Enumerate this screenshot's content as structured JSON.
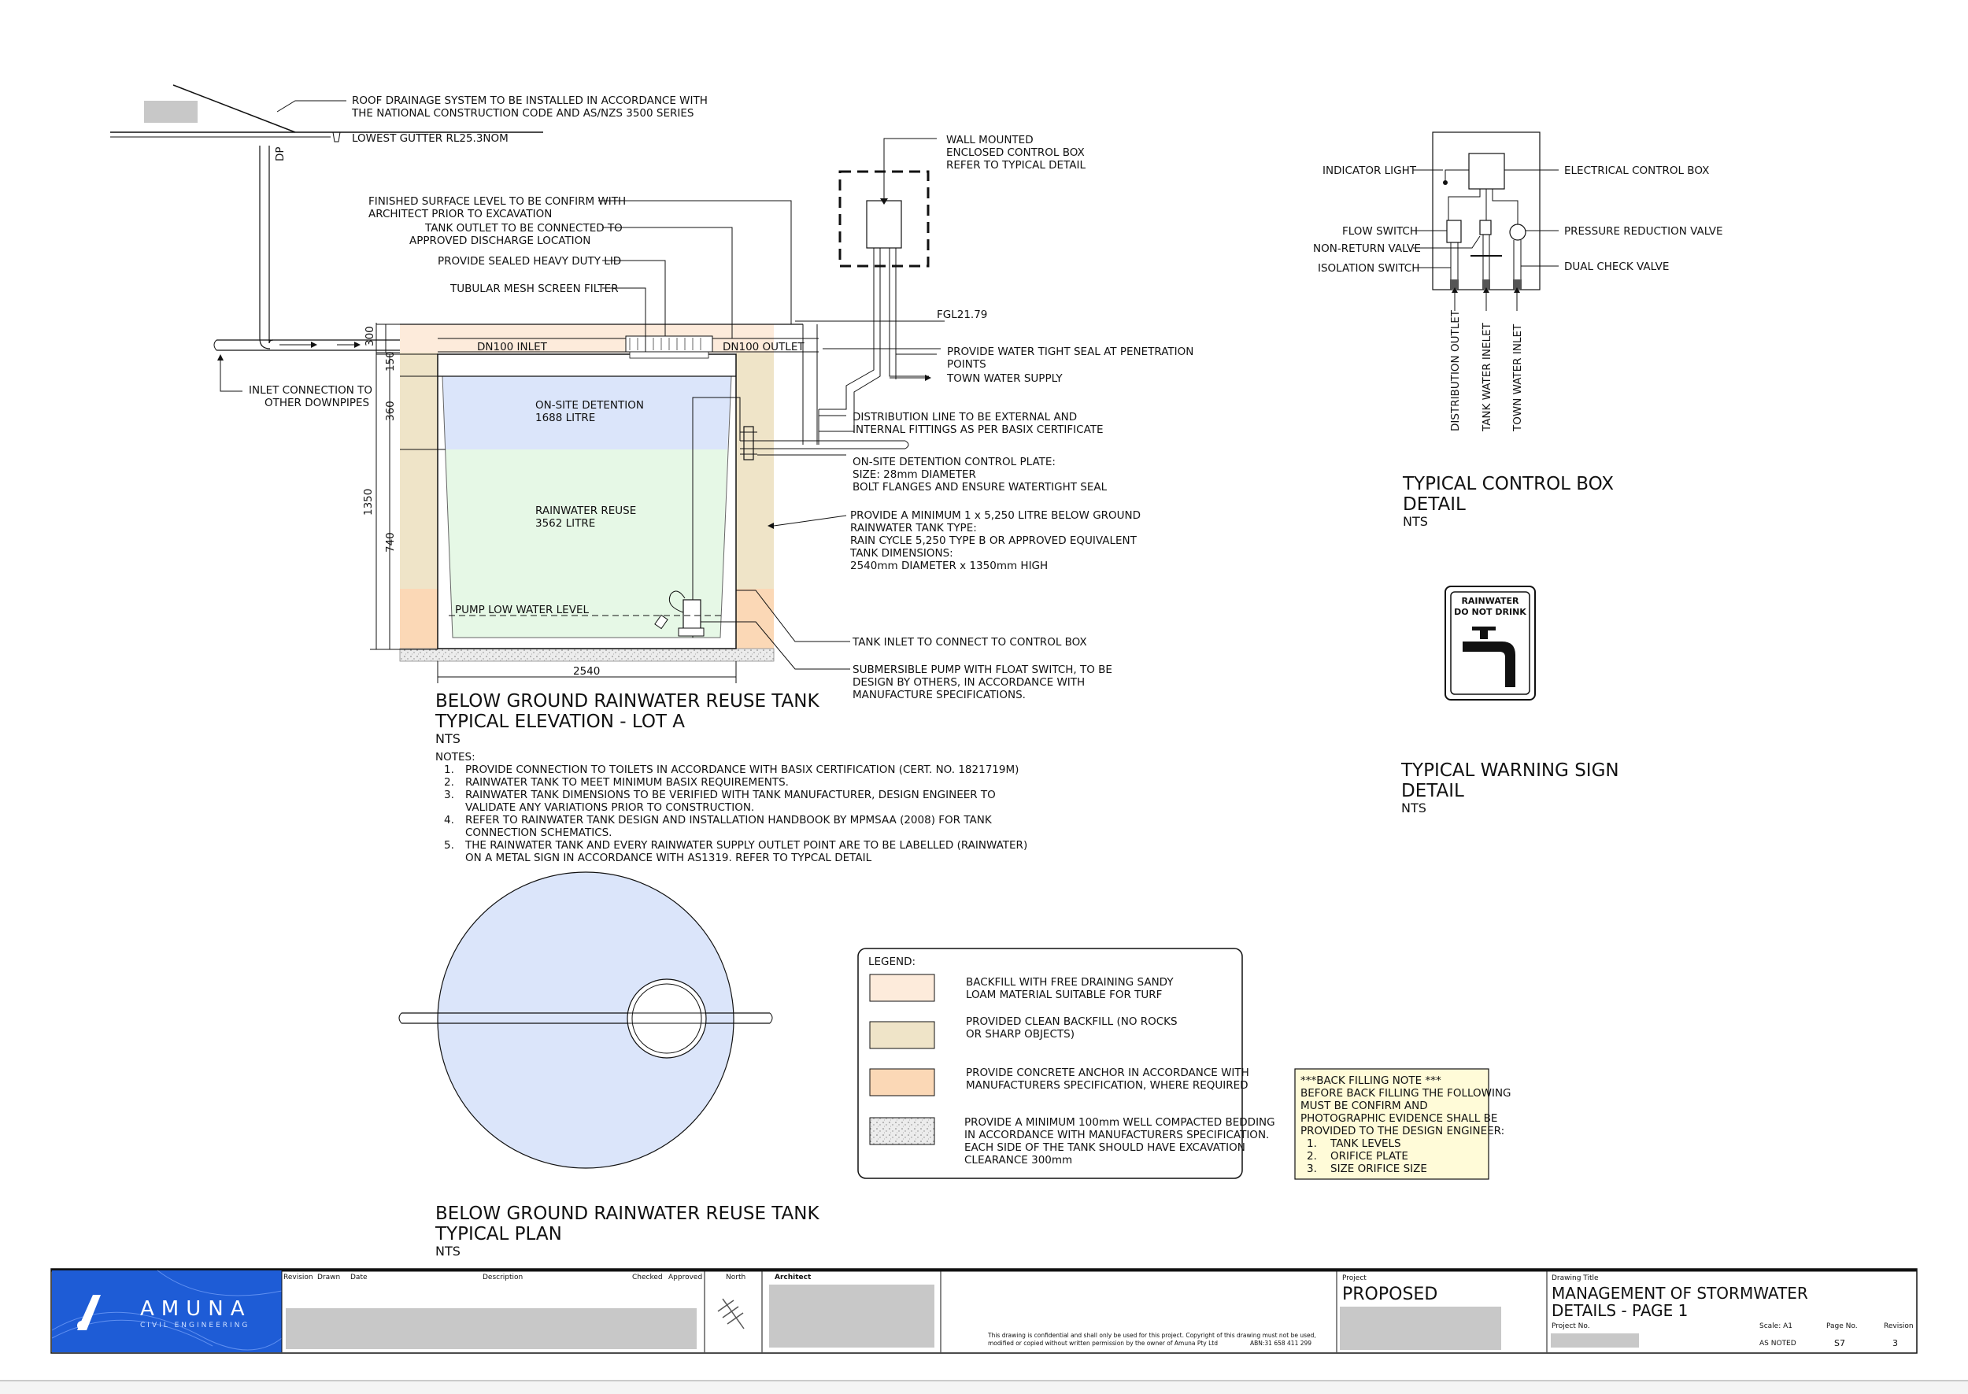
{
  "colors": {
    "line": "#111111",
    "detention": "#dbe5fa",
    "reuse": "#e6f8e6",
    "backfill_sandy": "#fdebdb",
    "backfill_clean": "#efe4c8",
    "concrete_anchor": "#fbd8b6",
    "bedding": "#e3e3e3",
    "plan_tank": "#dbe5fa",
    "note_box": "#fffbd8",
    "titleblock_logo": "#1e5cd6",
    "redaction": "#c8c8c8"
  },
  "elevation": {
    "roof_note": [
      "ROOF DRAINAGE SYSTEM TO BE INSTALLED IN ACCORDANCE WITH",
      "THE NATIONAL CONSTRUCTION CODE AND AS/NZS 3500 SERIES"
    ],
    "gutter": "LOWEST GUTTER RL25.3NOM",
    "dp": "DP",
    "finished_surface": [
      "FINISHED SURFACE LEVEL TO BE CONFIRM WITH",
      "ARCHITECT PRIOR TO EXCAVATION"
    ],
    "tank_outlet": [
      "TANK OUTLET TO BE CONNECTED TO",
      "APPROVED DISCHARGE LOCATION"
    ],
    "sealed_lid": "PROVIDE SEALED HEAVY DUTY LID",
    "mesh_filter": "TUBULAR MESH SCREEN FILTER",
    "control_box": [
      "WALL MOUNTED",
      "ENCLOSED CONTROL BOX",
      "REFER TO TYPICAL DETAIL"
    ],
    "fgl": "FGL21.79",
    "dn_inlet": "DN100 INLET",
    "dn_outlet": "DN100 OUTLET",
    "water_tight": [
      "PROVIDE WATER TIGHT SEAL AT PENETRATION",
      "POINTS"
    ],
    "town_water": "TOWN WATER SUPPLY",
    "inlet_connection": [
      "INLET CONNECTION TO",
      "OTHER DOWNPIPES"
    ],
    "distribution": [
      "DISTRIBUTION LINE TO BE EXTERNAL AND",
      "INTERNAL FITTINGS AS PER BASIX CERTIFICATE"
    ],
    "detention_label": [
      "ON-SITE DETENTION",
      "1688 LITRE"
    ],
    "control_plate": [
      "ON-SITE DETENTION CONTROL PLATE:",
      "SIZE: 28mm DIAMETER",
      "BOLT FLANGES AND ENSURE WATERTIGHT SEAL"
    ],
    "reuse_label": [
      "RAINWATER REUSE",
      "3562 LITRE"
    ],
    "min_tank": [
      "PROVIDE A MINIMUM 1 x 5,250 LITRE BELOW GROUND",
      "RAINWATER TANK TYPE:",
      "RAIN CYCLE 5,250 TYPE B OR APPROVED EQUIVALENT",
      "TANK DIMENSIONS:",
      "2540mm DIAMETER x 1350mm HIGH"
    ],
    "pump_level": "PUMP LOW WATER LEVEL",
    "tank_inlet": "TANK INLET TO CONNECT TO CONTROL BOX",
    "sub_pump": [
      "SUBMERSIBLE PUMP WITH FLOAT SWITCH, TO BE",
      "DESIGN BY OTHERS, IN ACCORDANCE WITH",
      "MANUFACTURE SPECIFICATIONS."
    ],
    "dims": {
      "d300": "300",
      "d150": "150",
      "d360": "360",
      "d1350": "1350",
      "d740": "740",
      "d2540": "2540"
    },
    "title": [
      "BELOW GROUND RAINWATER REUSE TANK",
      "TYPICAL ELEVATION - LOT A"
    ],
    "scale": "NTS"
  },
  "notes": {
    "heading": "NOTES:",
    "items": [
      [
        "1.",
        "PROVIDE CONNECTION TO TOILETS IN ACCORDANCE WITH BASIX CERTIFICATION (CERT. NO. 1821719M)"
      ],
      [
        "2.",
        "RAINWATER TANK TO MEET MINIMUM BASIX REQUIREMENTS."
      ],
      [
        "3.",
        "RAINWATER TANK DIMENSIONS TO BE VERIFIED WITH TANK MANUFACTURER, DESIGN ENGINEER TO"
      ],
      [
        "",
        "VALIDATE ANY VARIATIONS PRIOR TO CONSTRUCTION."
      ],
      [
        "4.",
        "REFER TO RAINWATER TANK DESIGN AND INSTALLATION HANDBOOK BY MPMSAA (2008) FOR TANK"
      ],
      [
        "",
        "CONNECTION SCHEMATICS."
      ],
      [
        "5.",
        "THE RAINWATER TANK AND EVERY RAINWATER SUPPLY OUTLET POINT ARE TO BE LABELLED (RAINWATER)"
      ],
      [
        "",
        "ON A METAL SIGN IN ACCORDANCE WITH AS1319. REFER TO TYPCAL DETAIL"
      ]
    ]
  },
  "control_box": {
    "indicator": "INDICATOR LIGHT",
    "electrical": "ELECTRICAL CONTROL BOX",
    "flow": "FLOW SWITCH",
    "pressure": "PRESSURE REDUCTION VALVE",
    "non_return": "NON-RETURN VALVE",
    "dual_check": "DUAL CHECK VALVE",
    "isolation": "ISOLATION SWITCH",
    "distribution_outlet": "DISTRIBUTION OUTLET",
    "tank_water": "TANK WATER INELET",
    "town_inlet": "TOWN WATER INLET",
    "title": [
      "TYPICAL CONTROL BOX",
      "DETAIL"
    ],
    "scale": "NTS"
  },
  "warning_sign": {
    "line1": "RAINWATER",
    "line2": "DO NOT DRINK",
    "title": [
      "TYPICAL WARNING SIGN",
      "DETAIL"
    ],
    "scale": "NTS"
  },
  "plan": {
    "title": [
      "BELOW GROUND RAINWATER REUSE TANK",
      "TYPICAL PLAN"
    ],
    "scale": "NTS"
  },
  "legend": {
    "heading": "LEGEND:",
    "items": [
      [
        "BACKFILL WITH FREE DRAINING SANDY",
        "LOAM MATERIAL SUITABLE FOR TURF"
      ],
      [
        "PROVIDED CLEAN BACKFILL (NO ROCKS",
        "OR SHARP OBJECTS)"
      ],
      [
        "PROVIDE CONCRETE ANCHOR  IN ACCORDANCE WITH",
        "MANUFACTURERS SPECIFICATION, WHERE REQUIRED"
      ],
      [
        "PROVIDE A MINIMUM 100mm WELL COMPACTED BEDDING",
        "IN ACCORDANCE WITH MANUFACTURERS SPECIFICATION.",
        "EACH SIDE OF THE TANK SHOULD HAVE EXCAVATION",
        "CLEARANCE 300mm"
      ]
    ]
  },
  "backfill_note": {
    "lines": [
      "***BACK FILLING NOTE ***",
      "BEFORE BACK FILLING THE FOLLOWING",
      "MUST BE CONFIRM AND",
      "PHOTOGRAPHIC EVIDENCE SHALL BE",
      "PROVIDED TO THE DESIGN ENGINEER:"
    ],
    "items": [
      [
        "1.",
        "TANK LEVELS"
      ],
      [
        "2.",
        "ORIFICE PLATE"
      ],
      [
        "3.",
        "SIZE ORIFICE SIZE"
      ]
    ]
  },
  "titleblock": {
    "logo": "AMUNA",
    "logo_sub": "CIVIL ENGINEERING",
    "revision_header": "Revision",
    "drawn_header": "Drawn",
    "date_header": "Date",
    "description_header": "Description",
    "checked_header": "Checked",
    "approved_header": "Approved",
    "north_header": "North",
    "architect_header": "Architect",
    "confidential": [
      "This drawing is confidential and shall only be used for this project. Copyright of this drawing must not be used,",
      "modified or copied without written permission by the owner of Amuna Pty Ltd"
    ],
    "abn": "ABN:31 658 411 299",
    "project_header": "Project",
    "project": "PROPOSED",
    "drawing_title_header": "Drawing Title",
    "drawing_title": [
      "MANAGEMENT OF STORMWATER",
      "DETAILS - PAGE 1"
    ],
    "project_no_header": "Project No.",
    "scale_header": "Scale: A1",
    "scale_value": "AS NOTED",
    "page_header": "Page No.",
    "page_value": "S7",
    "revision_value_header": "Revision",
    "revision_value": "3"
  }
}
